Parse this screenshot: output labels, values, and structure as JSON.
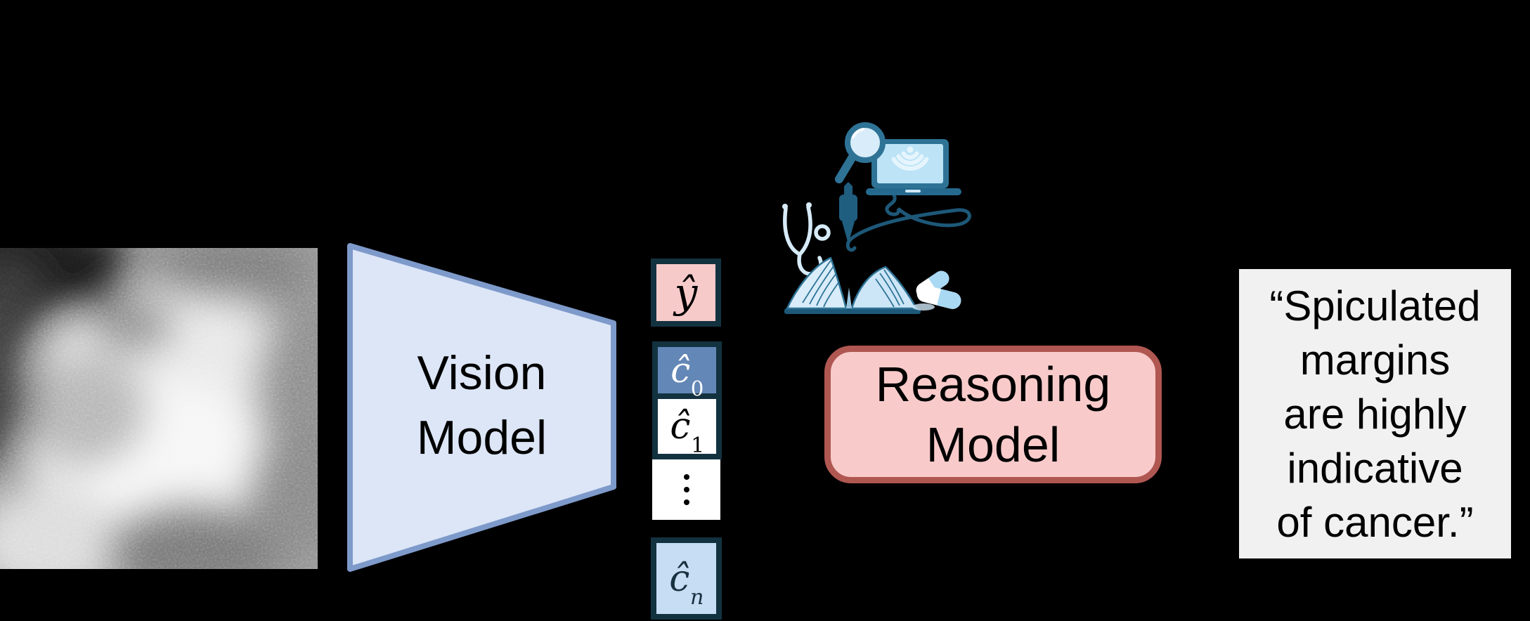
{
  "figure": {
    "background": "#000000",
    "mammogram": {
      "name": "mammogram-patch"
    },
    "vision_model": {
      "line1": "Vision",
      "line2": "Model",
      "fill": "#dce6f7",
      "border": "#7e9aca"
    },
    "tokens": {
      "y_hat": {
        "base": "ŷ",
        "fill": "#f7caca",
        "text": "#000000",
        "border": "#133240"
      },
      "c0": {
        "base": "ĉ",
        "sub": "0",
        "fill": "#6387b6",
        "text": "#ffffff"
      },
      "c1": {
        "base": "ĉ",
        "sub": "1",
        "fill": "#ffffff",
        "text": "#000000"
      },
      "ellipsis": {
        "glyph": "⋮"
      },
      "cn": {
        "base": "ĉ",
        "sub": "n",
        "fill": "#c7ddf3",
        "text": "#16313f"
      }
    },
    "knowledge_icons": [
      "magnifying-glass",
      "laptop",
      "ultrasound-probe",
      "stethoscope",
      "open-book",
      "pills"
    ],
    "reasoning_model": {
      "line1": "Reasoning",
      "line2": "Model",
      "fill": "#f8cbca",
      "border": "#b05752"
    },
    "output": {
      "fill": "#f1f1f2",
      "lines": [
        "“Spiculated",
        "margins",
        "are highly",
        "indicative",
        "of cancer.”"
      ]
    }
  }
}
